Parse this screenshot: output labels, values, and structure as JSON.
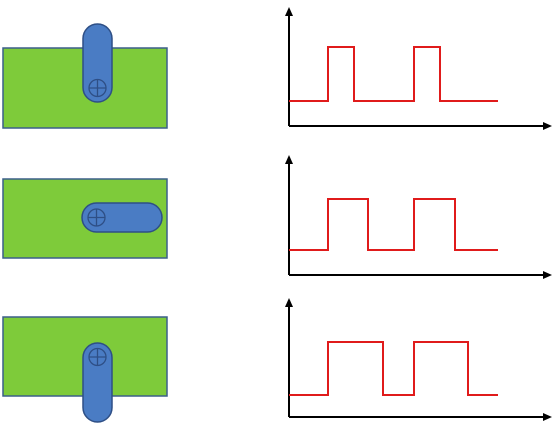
{
  "colors": {
    "plate_fill": "#7ecb3a",
    "plate_stroke": "#3b5f8a",
    "lever_fill": "#4a7cc4",
    "lever_stroke": "#2e4f86",
    "signal": "#e01b1b",
    "axis": "#000000",
    "background": "#ffffff"
  },
  "rows": [
    {
      "lever_position": "up",
      "signal": {
        "levels": [
          "low",
          "high",
          "low",
          "high",
          "low"
        ],
        "duty_cycle": 0.25
      }
    },
    {
      "lever_position": "right",
      "signal": {
        "levels": [
          "low",
          "high",
          "low",
          "high",
          "low"
        ],
        "duty_cycle": 0.5
      }
    },
    {
      "lever_position": "down",
      "signal": {
        "levels": [
          "low",
          "high",
          "low",
          "high",
          "low"
        ],
        "duty_cycle": 0.75
      }
    }
  ]
}
